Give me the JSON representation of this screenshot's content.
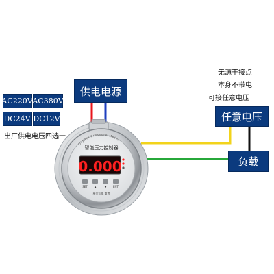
{
  "voltage_options": {
    "ac220": "AC220V",
    "ac380": "AC380V",
    "dc24": "DC24V",
    "dc12": "DC12V",
    "caption": "出厂供电电压四选一"
  },
  "power_supply_label": "供电电源",
  "dry_contact_note": {
    "line1": "无源干接点",
    "line2": "本身不带电",
    "line3": "可接任意电压"
  },
  "any_voltage_label": "任意电压",
  "load_label": "负载",
  "device": {
    "name": "智能压力控制器",
    "arc_text": "Digital Pressure Meter",
    "display_value": "0.000",
    "buttons": [
      "SET",
      "▲",
      "▼",
      "ENT"
    ],
    "bottom_text": "单位切换 重置"
  },
  "colors": {
    "navy_box": "#0b3a7e",
    "wire_red": "#e8141b",
    "wire_blue": "#1e3fbf",
    "wire_yellow": "#f2d31b",
    "wire_green": "#27a83a",
    "led_red": "#ff2020",
    "wire_black": "#111111"
  }
}
